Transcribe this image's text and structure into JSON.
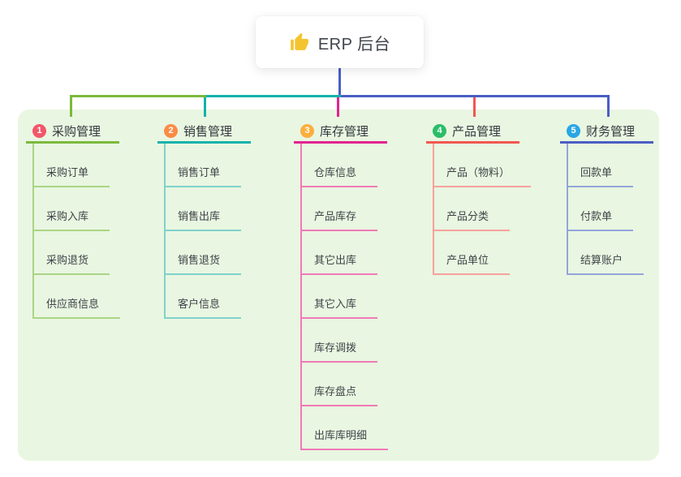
{
  "root": {
    "title": "ERP 后台",
    "icon": "thumbs-up-icon",
    "icon_color": "#f4c430"
  },
  "palette": {
    "green": "#7cb93c",
    "teal": "#13b2ab",
    "magenta": "#e2238f",
    "coral": "#f25750",
    "indigo": "#4a5ec4"
  },
  "panel_color": "#e9f6e1",
  "branches": [
    {
      "index": "1",
      "title": "采购管理",
      "badge_color": "#f2566a",
      "line_color": "#7cb93c",
      "child_line_color": "#a9d584",
      "children": [
        "采购订单",
        "采购入库",
        "采购退货",
        "供应商信息"
      ]
    },
    {
      "index": "2",
      "title": "销售管理",
      "badge_color": "#fb8b45",
      "line_color": "#13b2ab",
      "child_line_color": "#7fd2cb",
      "children": [
        "销售订单",
        "销售出库",
        "销售退货",
        "客户信息"
      ]
    },
    {
      "index": "3",
      "title": "库存管理",
      "badge_color": "#fbaf3e",
      "line_color": "#e2238f",
      "child_line_color": "#f07ab7",
      "children": [
        "仓库信息",
        "产品库存",
        "其它出库",
        "其它入库",
        "库存调拨",
        "库存盘点",
        "出库库明细"
      ]
    },
    {
      "index": "4",
      "title": "产品管理",
      "badge_color": "#2abd68",
      "line_color": "#f25750",
      "child_line_color": "#f8a19c",
      "children": [
        "产品（物料）",
        "产品分类",
        "产品单位"
      ]
    },
    {
      "index": "5",
      "title": "财务管理",
      "badge_color": "#29a6e6",
      "line_color": "#4a5ec4",
      "child_line_color": "#93a5da",
      "children": [
        "回款单",
        "付款单",
        "结算账户"
      ]
    }
  ]
}
